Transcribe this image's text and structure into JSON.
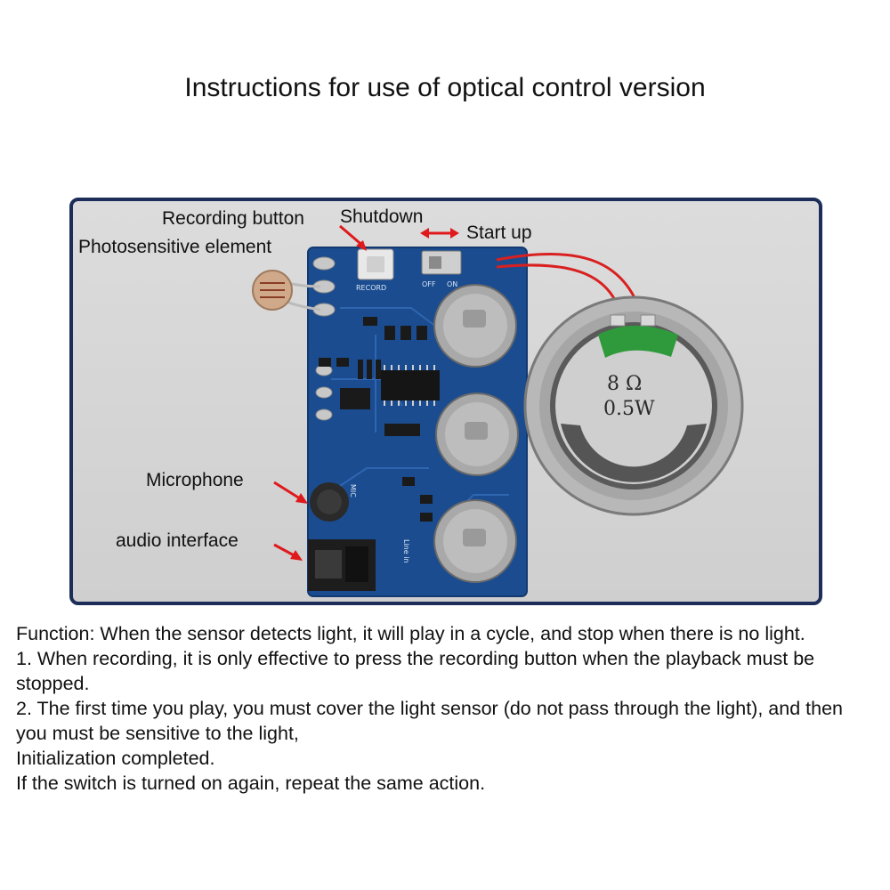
{
  "title": "Instructions for use of optical control version",
  "labels": {
    "recording_button": "Recording button",
    "shutdown": "Shutdown",
    "start_up": "Start up",
    "photosensitive": "Photosensitive element",
    "microphone": "Microphone",
    "audio_interface": "audio interface"
  },
  "board": {
    "record_text": "RECORD",
    "off_text": "OFF",
    "on_text": "ON",
    "mic_text": "MIC",
    "line_in_text": "Line in",
    "speaker_ohm": "8 Ω",
    "speaker_watt": "0.5W"
  },
  "paragraphs": [
    "Function: When the sensor detects light, it will play in a cycle, and stop when there is no light.",
    "1. When recording, it is only effective to press the recording button when the playback must be stopped.",
    "2. The first time you play, you must cover the light sensor (do not pass through the light), and then you must be sensitive to the light,",
    "Initialization completed.",
    "If the switch is turned on again, repeat the same action."
  ],
  "colors": {
    "frame": "#1c2d5a",
    "pcb": "#1a4c8f",
    "arrow": "#e0191c",
    "wire": "#d92020"
  }
}
